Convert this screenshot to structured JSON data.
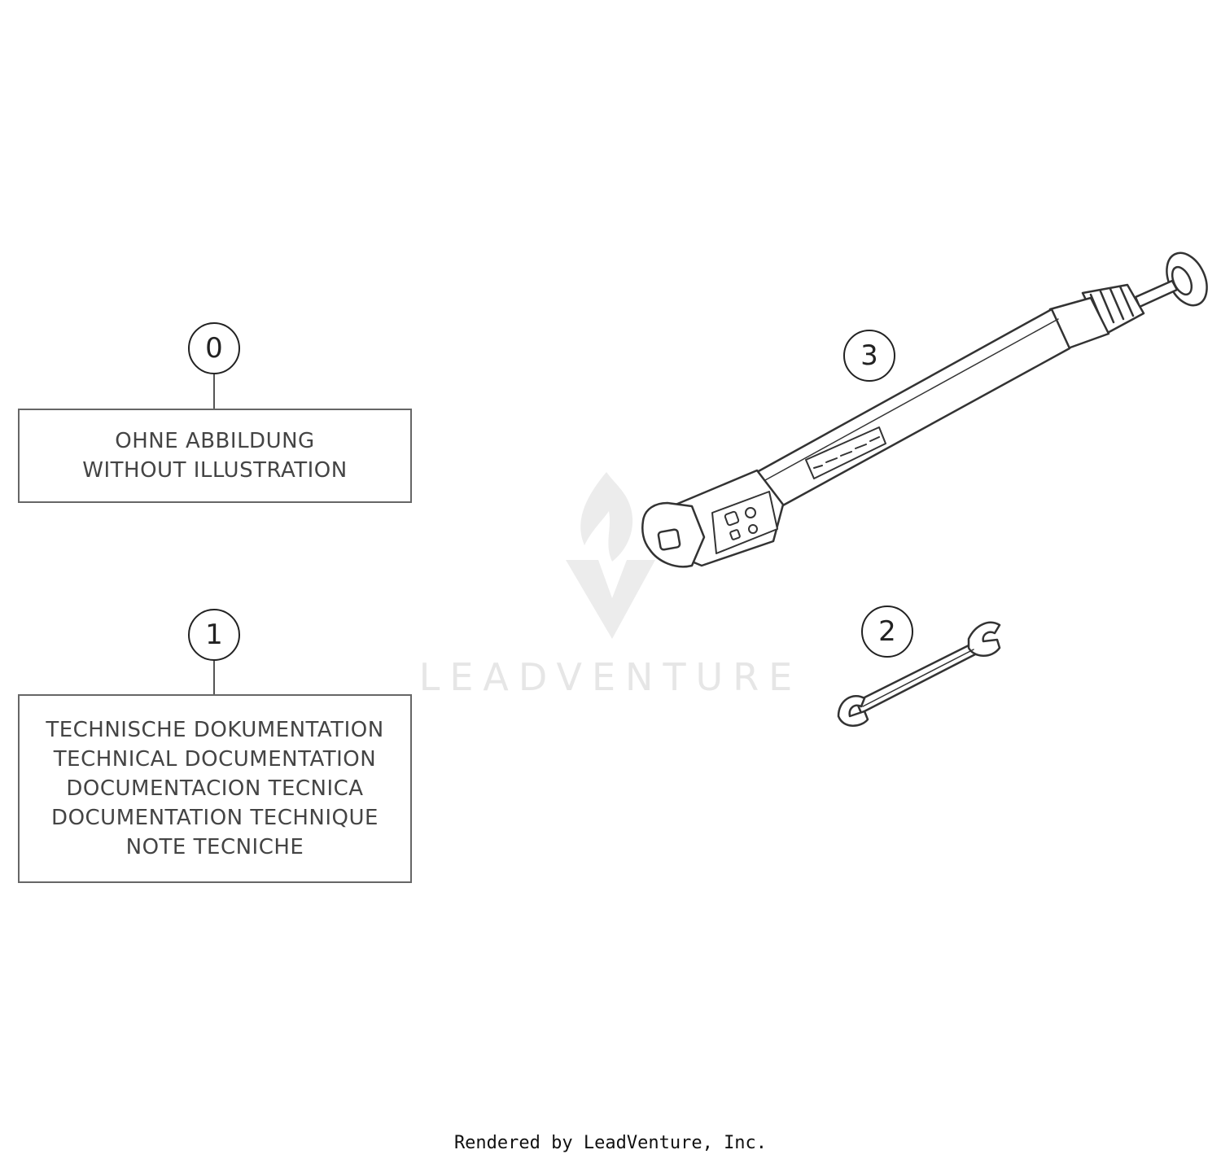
{
  "callouts": {
    "c0": "0",
    "c1": "1",
    "c2": "2",
    "c3": "3"
  },
  "box0": {
    "line1": "OHNE ABBILDUNG",
    "line2": "WITHOUT ILLUSTRATION"
  },
  "box1": {
    "line1": "TECHNISCHE DOKUMENTATION",
    "line2": "TECHNICAL DOCUMENTATION",
    "line3": "DOCUMENTACION TECNICA",
    "line4": "DOCUMENTATION TECHNIQUE",
    "line5": "NOTE TECNICHE"
  },
  "watermark": {
    "text": "LEADVENTURE",
    "logo_icon": "leadventure-flame-logo-icon"
  },
  "footer": {
    "text": "Rendered by LeadVenture, Inc."
  },
  "colors": {
    "line": "#333333",
    "watermark": "#e6e6e6"
  }
}
